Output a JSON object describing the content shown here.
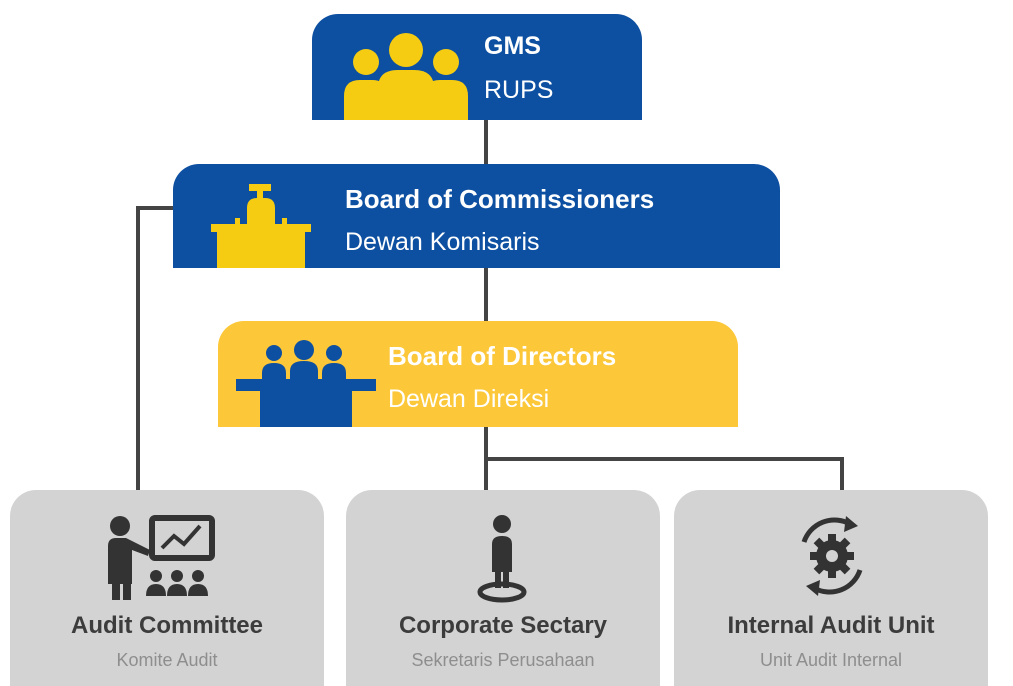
{
  "colors": {
    "blue": "#0d4fa0",
    "yellow": "#fcc738",
    "gray": "#d3d3d3",
    "icon_yellow": "#f5cc12",
    "icon_dark": "#333333",
    "connector": "#444444"
  },
  "gms": {
    "title": "GMS",
    "subtitle": "RUPS",
    "icon": "people-group-icon"
  },
  "board_of_commissioners": {
    "title": "Board of Commissioners",
    "subtitle": "Dewan Komisaris",
    "icon": "podium-speaker-icon"
  },
  "board_of_directors": {
    "title": "Board of Directors",
    "subtitle": "Dewan Direksi",
    "icon": "directors-table-icon"
  },
  "units": [
    {
      "title": "Audit Committee",
      "subtitle": "Komite Audit",
      "icon": "presentation-icon"
    },
    {
      "title": "Corporate Sectary",
      "subtitle": "Sekretaris Perusahaan",
      "icon": "person-spotlight-icon"
    },
    {
      "title": "Internal Audit Unit",
      "subtitle": "Unit Audit Internal",
      "icon": "gear-cycle-icon"
    }
  ]
}
